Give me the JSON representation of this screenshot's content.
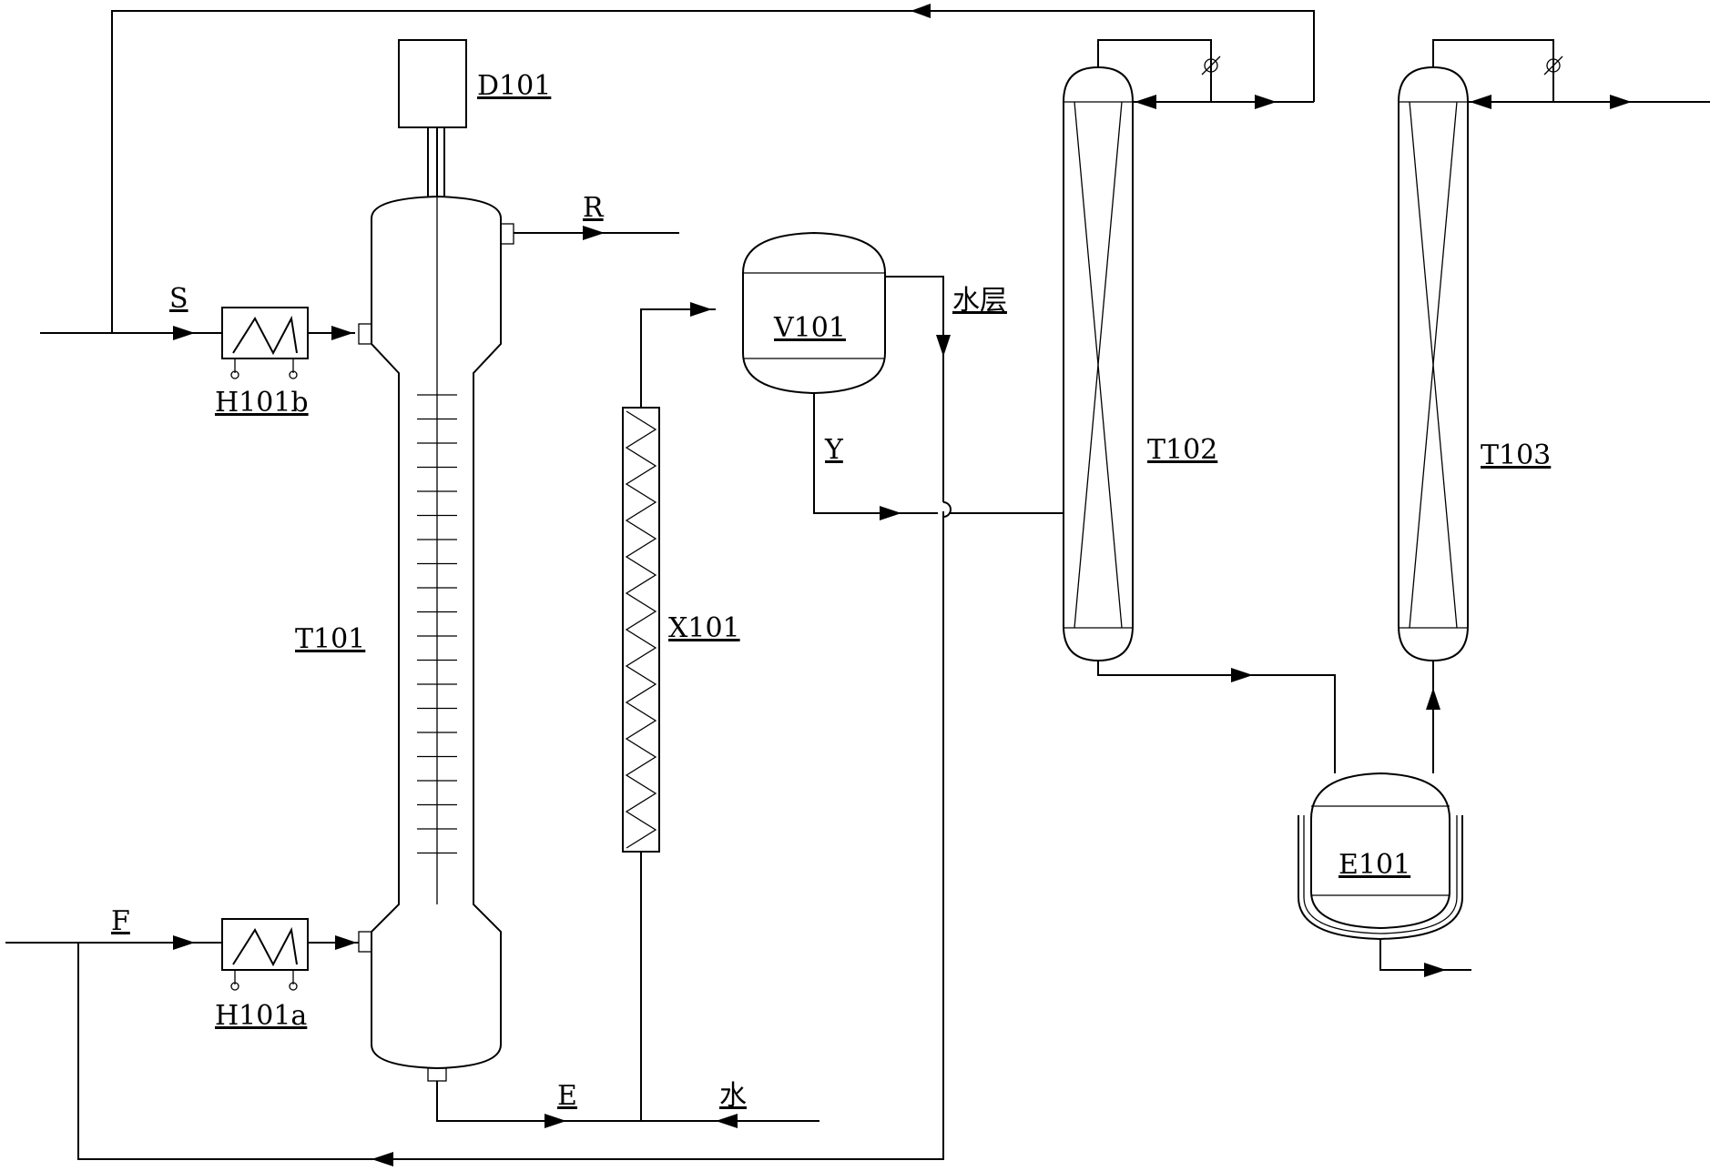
{
  "labels": {
    "d101": "D101",
    "r": "R",
    "s": "S",
    "h101b": "H101b",
    "v101": "V101",
    "water_layer": "水层",
    "y": "Y",
    "t102": "T102",
    "t103": "T103",
    "t101": "T101",
    "x101": "X101",
    "f": "F",
    "h101a": "H101a",
    "e101": "E101",
    "e": "E",
    "water": "水"
  }
}
